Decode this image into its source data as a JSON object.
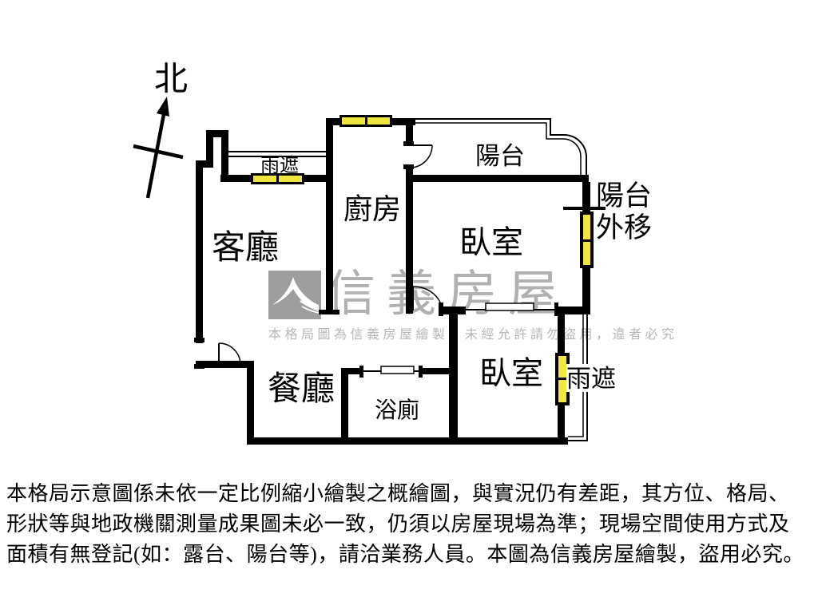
{
  "page": {
    "background": "#ffffff"
  },
  "compass": {
    "north_label": "北"
  },
  "plan": {
    "wall_color": "#000000",
    "window_fill": "#f0e73e",
    "labels": {
      "living": "客廳",
      "kitchen": "廚房",
      "dining": "餐廳",
      "bathroom": "浴廁",
      "bedroom_upper": "臥室",
      "bedroom_lower": "臥室",
      "balcony": "陽台",
      "balcony_shifted_1": "陽台",
      "balcony_shifted_2": "外移",
      "rain_cover_top": "雨遮",
      "rain_cover_right": "雨遮"
    }
  },
  "watermark": {
    "brand": "信義房屋",
    "notice": "本格局圖為信義房屋繪製，未經允許請勿盜用，違者必究",
    "brand_color": "#b0b0b0",
    "logo_color": "#9e9e9e"
  },
  "disclaimer": {
    "line1": "本格局示意圖係未依一定比例縮小繪製之概繪圖，與實況仍有差距，其方位、格局、",
    "line2": "形狀等與地政機關測量成果圖未必一致，仍須以房屋現場為準；現場空間使用方式及",
    "line3": "面積有無登記(如：露台、陽台等)，請洽業務人員。本圖為信義房屋繪製，盜用必究。"
  }
}
